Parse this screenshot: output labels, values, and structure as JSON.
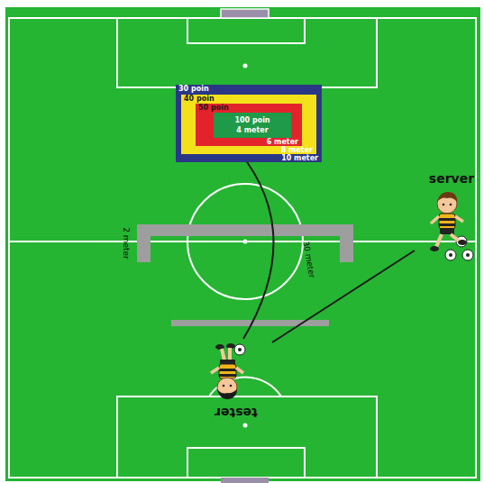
{
  "diagram": {
    "nodes": [
      {
        "text": [
          "30 poin",
          "10 meter"
        ]
      },
      {
        "text": [
          "40 poin",
          "8 meter"
        ],
        "in": 0
      },
      {
        "text": [
          "50 poin",
          "6 meter"
        ],
        "in": 1
      },
      {
        "text": [
          "100 poin",
          "4 meter"
        ],
        "in": 2
      },
      {
        "text": [
          "server"
        ]
      },
      {
        "text": [
          "tester"
        ]
      }
    ],
    "edges": [
      {
        "from": 4,
        "to": 5,
        "arrow": "none"
      },
      {
        "from": 5,
        "to": 3,
        "arrow": "to"
      }
    ],
    "labels": [
      "2 meter",
      "30 meter"
    ]
  }
}
